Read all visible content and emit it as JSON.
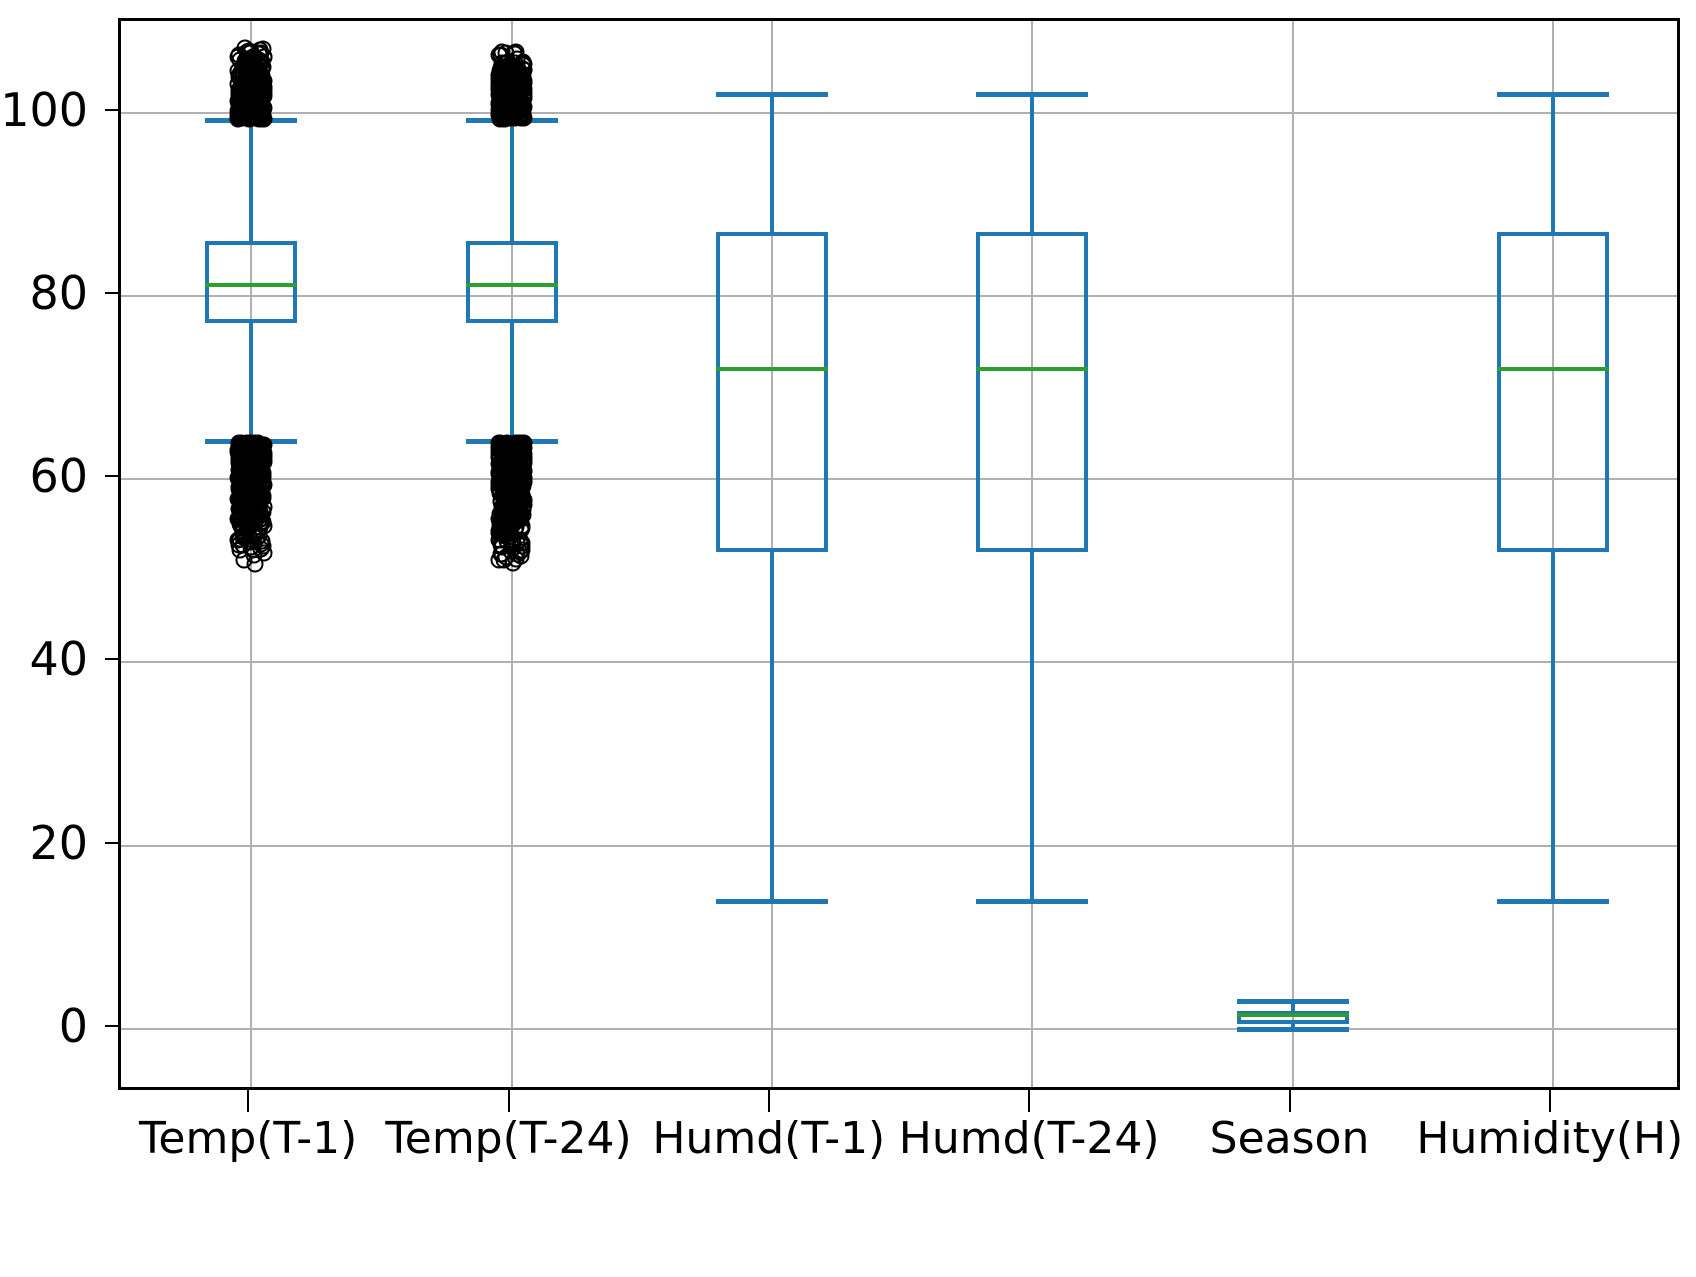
{
  "chart_data": {
    "type": "box",
    "title": "",
    "xlabel": "",
    "ylabel": "",
    "ylim": [
      -7,
      110
    ],
    "yticks": [
      0,
      20,
      40,
      60,
      80,
      100
    ],
    "ytick_labels": [
      "0",
      "20",
      "40",
      "60",
      "80",
      "100"
    ],
    "grid": true,
    "legend": null,
    "categories": [
      "Temp(T-1)",
      "Temp(T-24)",
      "Humd(T-1)",
      "Humd(T-24)",
      "Season",
      "Humidity(H)"
    ],
    "colors": {
      "box": "#1f77b4",
      "whisker": "#1f77b4",
      "cap": "#1f77b4",
      "median": "#2ca02c",
      "flier_edge": "#000000",
      "grid": "#b0b0b0",
      "axes": "#000000",
      "background": "#ffffff"
    },
    "boxes": [
      {
        "label": "Temp(T-1)",
        "q1": 77.0,
        "median": 81.2,
        "q3": 86.0,
        "whisker_low": 64.2,
        "whisker_high": 99.2,
        "flier_low_min": 50.0,
        "flier_low_max": 64.0,
        "flier_high_min": 99.3,
        "flier_high_max": 107.5,
        "has_fliers": true
      },
      {
        "label": "Temp(T-24)",
        "q1": 77.0,
        "median": 81.2,
        "q3": 86.0,
        "whisker_low": 64.2,
        "whisker_high": 99.2,
        "flier_low_min": 50.0,
        "flier_low_max": 64.0,
        "flier_high_min": 99.3,
        "flier_high_max": 107.5,
        "has_fliers": true
      },
      {
        "label": "Humd(T-1)",
        "q1": 52.0,
        "median": 72.0,
        "q3": 87.0,
        "whisker_low": 14.0,
        "whisker_high": 102.0,
        "has_fliers": false
      },
      {
        "label": "Humd(T-24)",
        "q1": 52.0,
        "median": 72.0,
        "q3": 87.0,
        "whisker_low": 14.0,
        "whisker_high": 102.0,
        "has_fliers": false
      },
      {
        "label": "Season",
        "q1": 0.5,
        "median": 1.5,
        "q3": 2.0,
        "whisker_low": 0.0,
        "whisker_high": 3.0,
        "has_fliers": false
      },
      {
        "label": "Humidity(H)",
        "q1": 52.0,
        "median": 72.0,
        "q3": 87.0,
        "whisker_low": 14.0,
        "whisker_high": 102.0,
        "has_fliers": false
      }
    ]
  }
}
